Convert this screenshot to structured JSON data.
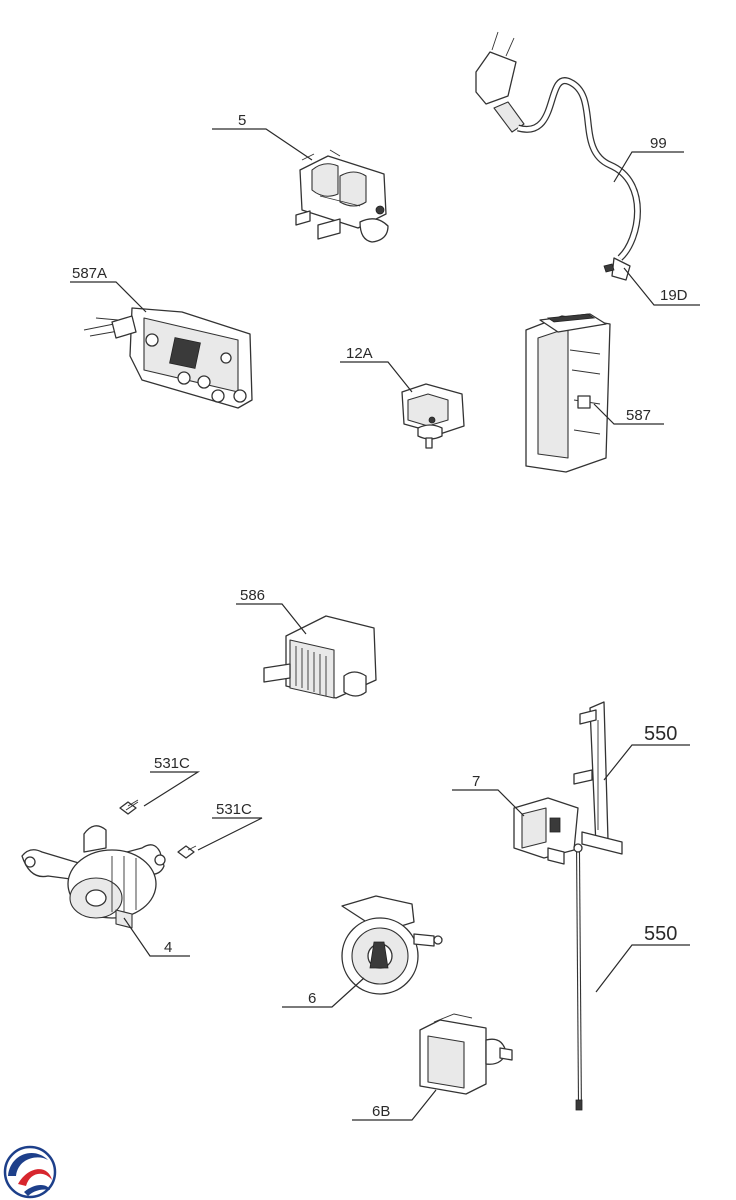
{
  "parts": {
    "p5": "5",
    "p99": "99",
    "p587a": "587A",
    "p19d": "19D",
    "p12a": "12A",
    "p587": "587",
    "p586": "586",
    "p550a": "550",
    "p531c_1": "531C",
    "p531c_2": "531C",
    "p7": "7",
    "p4": "4",
    "p550b": "550",
    "p6": "6",
    "p6b": "6B"
  },
  "icons": {
    "logo": "brand-swirl-logo",
    "logo_colors": [
      "#1d3f8a",
      "#d7262e"
    ]
  }
}
